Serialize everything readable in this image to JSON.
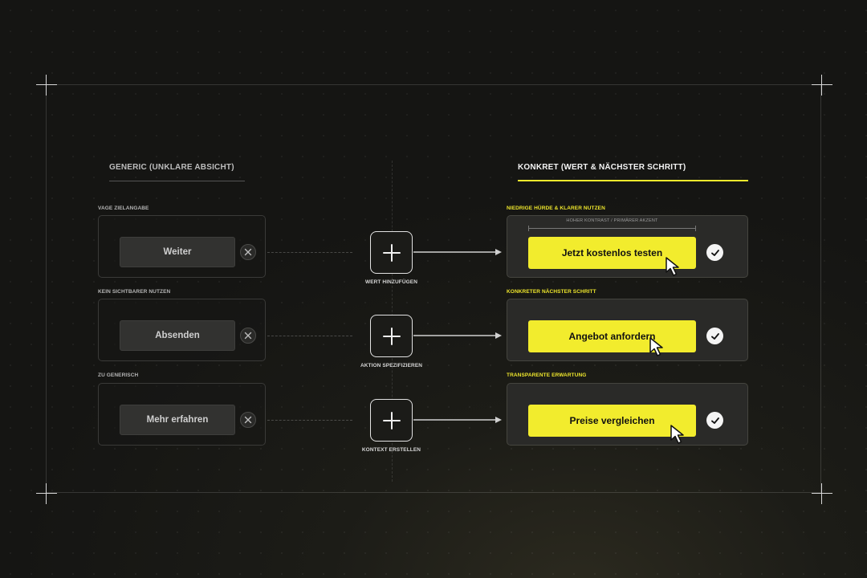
{
  "left_column": {
    "title": "GENERIC (UNKLARE ABSICHT)",
    "rows": [
      {
        "label": "VAGE ZIELANGABE",
        "button": "Weiter"
      },
      {
        "label": "KEIN SICHTBARER NUTZEN",
        "button": "Absenden"
      },
      {
        "label": "ZU GENERISCH",
        "button": "Mehr erfahren"
      }
    ]
  },
  "operations": [
    {
      "label": "WERT HINZUFÜGEN"
    },
    {
      "label": "AKTION SPEZIFIZIEREN"
    },
    {
      "label": "KONTEXT ERSTELLEN"
    }
  ],
  "right_column": {
    "title": "KONKRET (WERT & NÄCHSTER SCHRITT)",
    "annotation": "HOHER KONTRAST / PRIMÄRER AKZENT",
    "rows": [
      {
        "label": "NIEDRIGE HÜRDE & KLARER NUTZEN",
        "button": "Jetzt kostenlos testen"
      },
      {
        "label": "KONKRETER NÄCHSTER SCHRITT",
        "button": "Angebot anfordern"
      },
      {
        "label": "TRANSPARENTE ERWARTUNG",
        "button": "Preise vergleichen"
      }
    ]
  },
  "colors": {
    "accent": "#f2ec2d",
    "background": "#1c1c17",
    "card": "#2a2a28"
  }
}
